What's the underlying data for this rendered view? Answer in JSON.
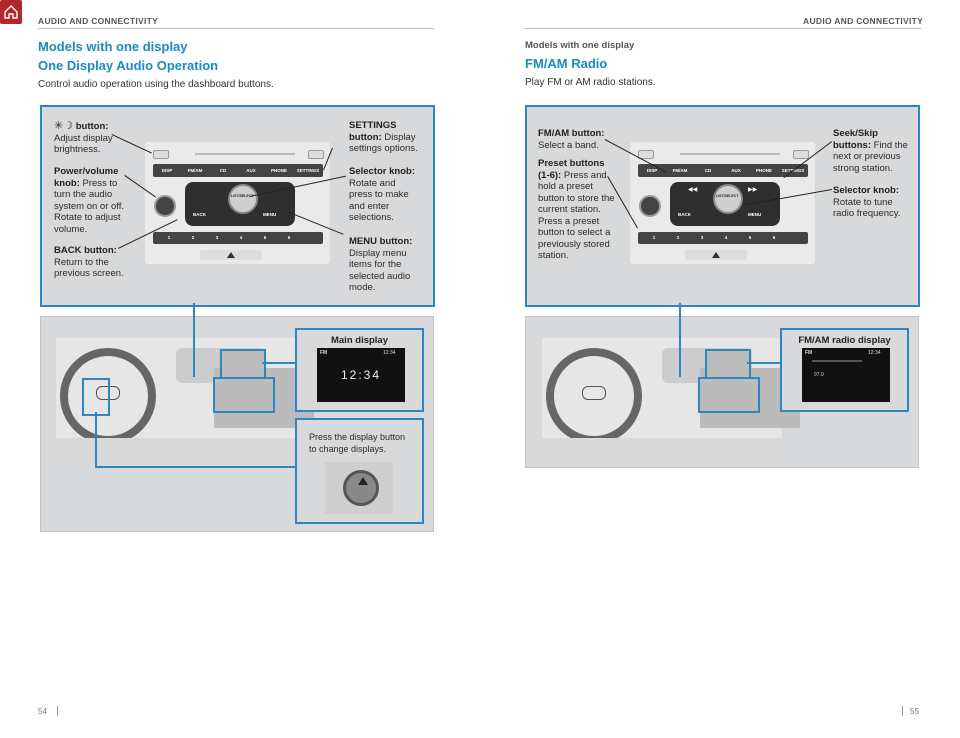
{
  "header": {
    "left": "AUDIO AND CONNECTIVITY",
    "right": "AUDIO AND CONNECTIVITY"
  },
  "left_page": {
    "title1": "Models with one display",
    "title2": "One Display Audio Operation",
    "intro": "Control audio operation using the dashboard buttons.",
    "callouts": {
      "brightness_title": "button:",
      "brightness_text": "Adjust display brightness.",
      "power_title": "Power/volume knob:",
      "power_text": "Press to turn the audio system on or off. Rotate to adjust volume.",
      "back_title": "BACK button:",
      "back_text": "Return to the previous screen.",
      "settings_title": "SETTINGS button:",
      "settings_text": "Display settings options.",
      "selector_title": "Selector knob:",
      "selector_text": "Rotate and press to make and enter selections.",
      "menu_title": "MENU button:",
      "menu_text": "Display menu items for the selected audio mode."
    },
    "main_display_label": "Main display",
    "screen_band": "FM",
    "screen_time": "12:34",
    "screen_big_time": "12:34",
    "press_display_text": "Press the display button to change displays.",
    "page_number": "54"
  },
  "right_page": {
    "title1": "Models with one display",
    "title2": "FM/AM Radio",
    "intro": "Play FM or AM radio stations.",
    "callouts": {
      "fmam_title": "FM/AM button:",
      "fmam_text": "Select a band.",
      "preset_title": "Preset buttons (1-6):",
      "preset_text": "Press and hold a preset button to store the current station. Press a preset button to select a previously stored station.",
      "seek_title": "Seek/Skip buttons:",
      "seek_text": "Find the next or previous strong station.",
      "selector_title": "Selector knob:",
      "selector_text": "Rotate to tune radio frequency."
    },
    "radio_display_label": "FM/AM radio display",
    "screen_band": "FM",
    "screen_time": "12:34",
    "screen_freq": "97.9",
    "page_number": "55"
  },
  "unit_buttons": [
    "DISP",
    "FM/AM",
    "CD",
    "AUX",
    "PHONE",
    "SETTINGS"
  ],
  "unit_presets": [
    "1",
    "2",
    "3",
    "4",
    "5",
    "6"
  ],
  "unit_knob_label": "LIST/SELECT",
  "unit_back": "BACK",
  "unit_menu": "MENU",
  "colors": {
    "accent_blue": "#1a8bc4",
    "brand_red": "#b3262c",
    "panel_gray": "#d8d9db"
  }
}
